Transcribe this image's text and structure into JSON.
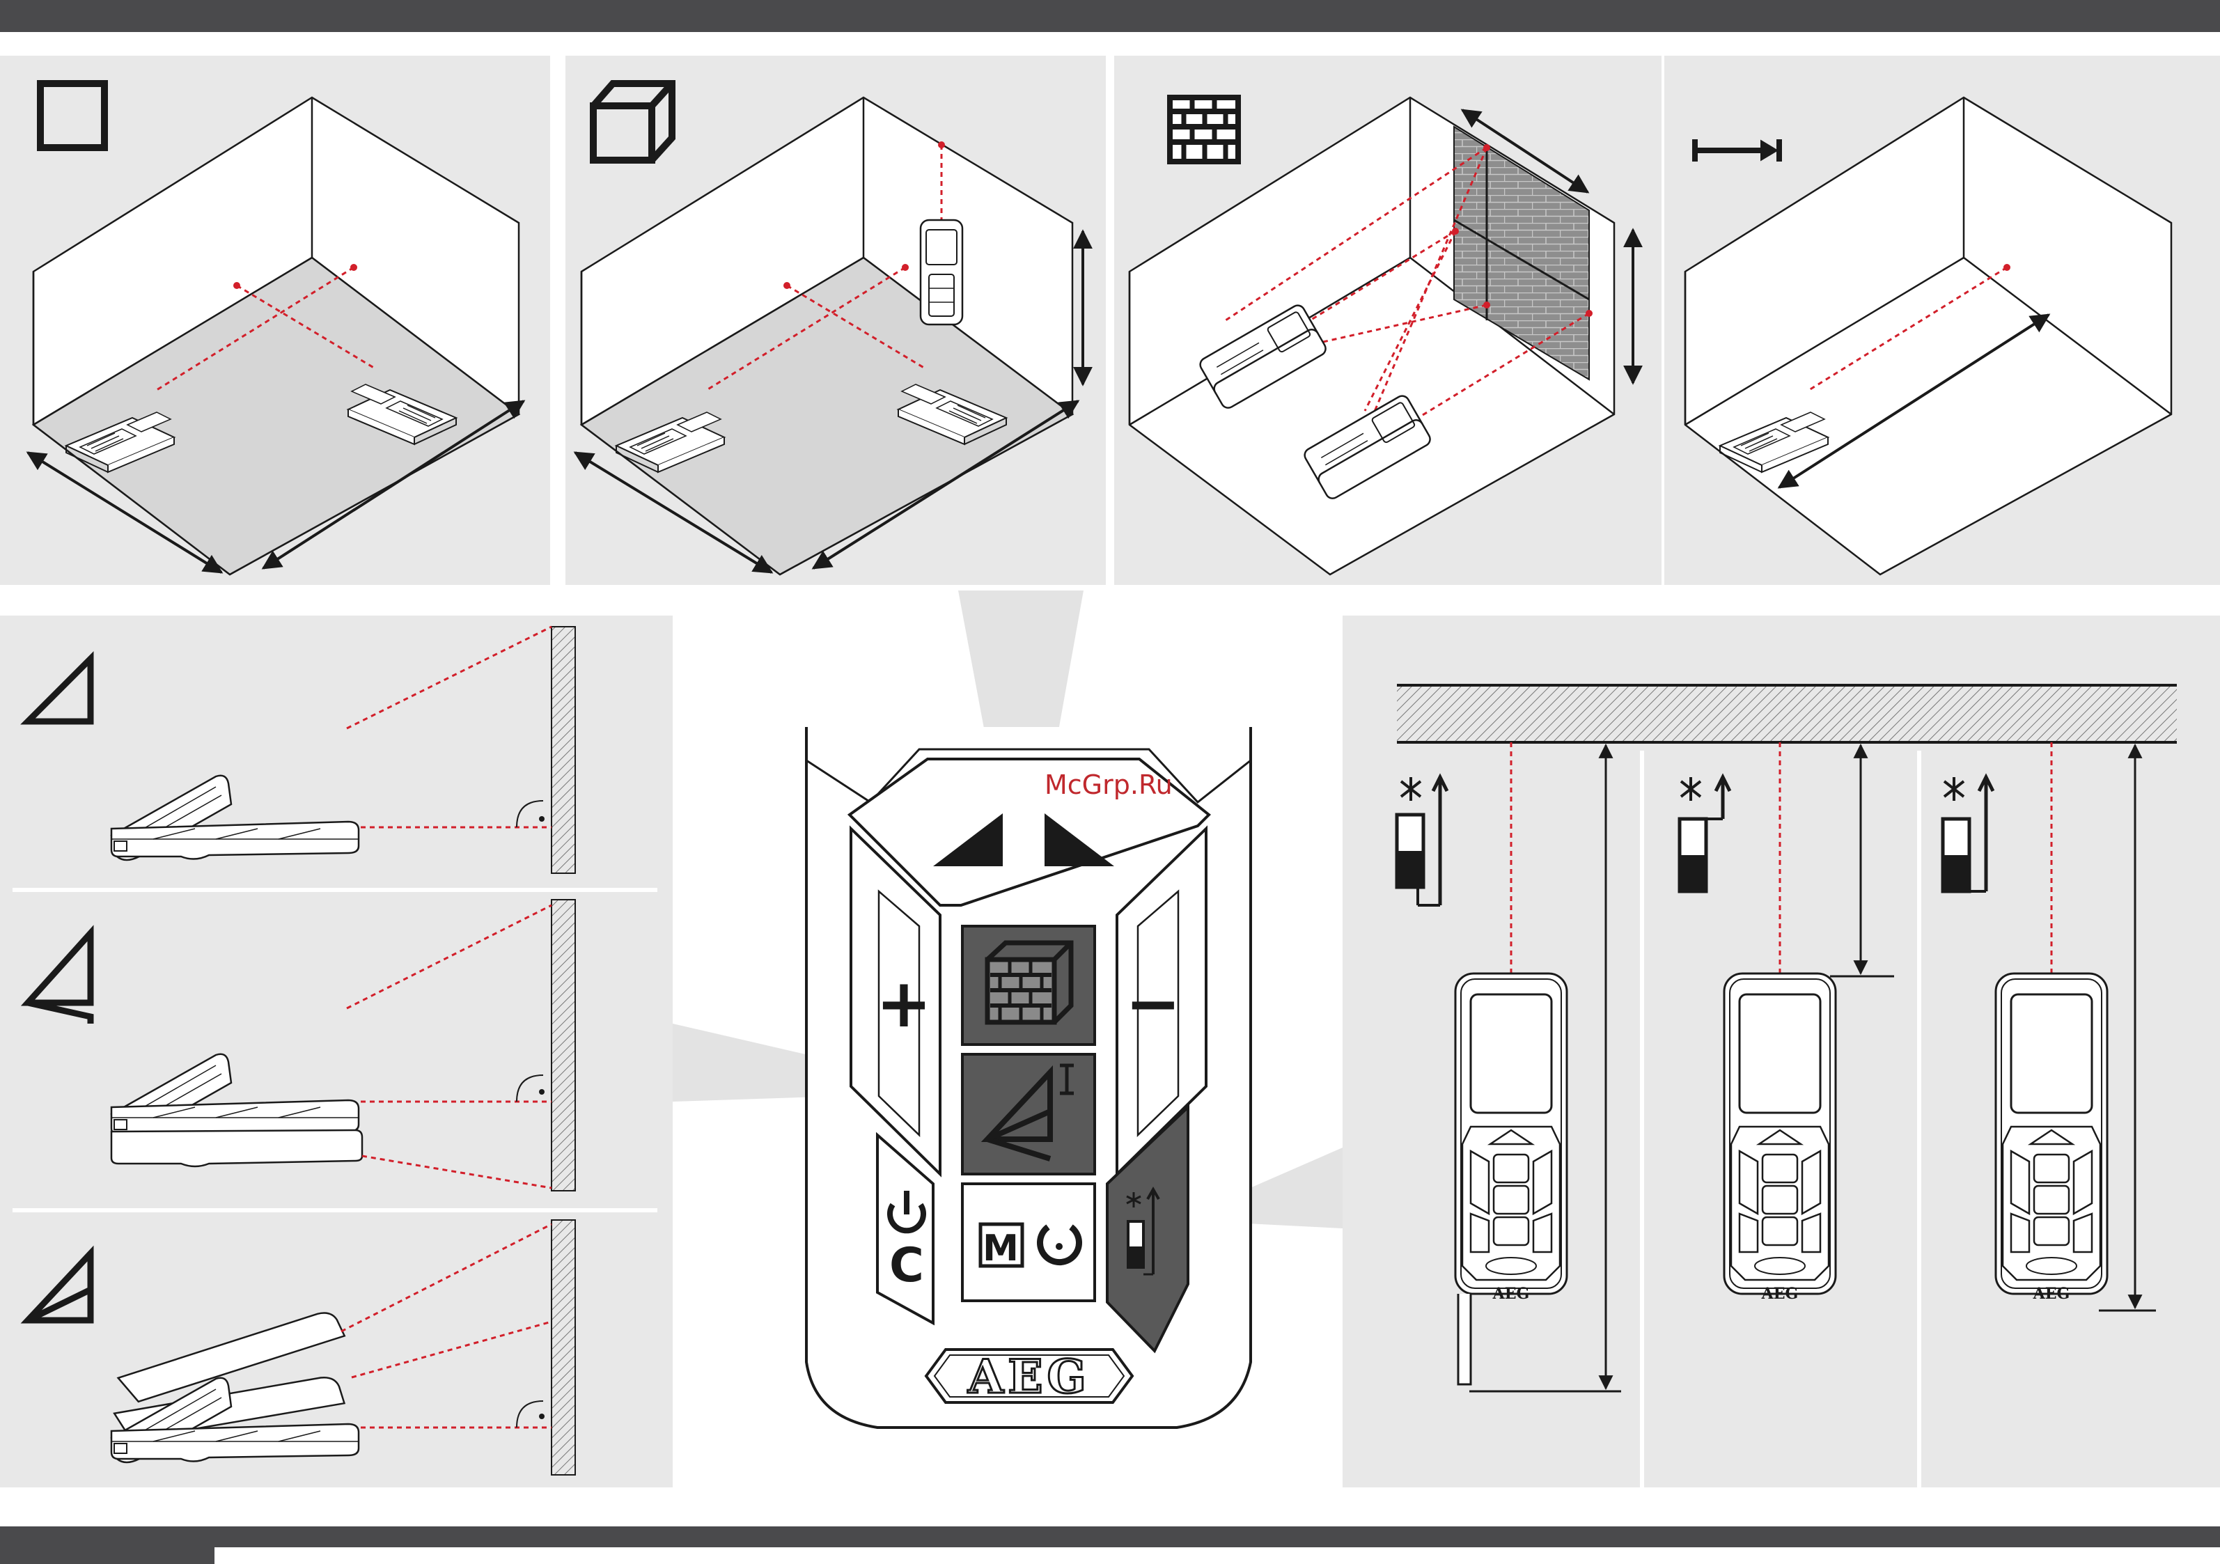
{
  "watermark": "McGrp.Ru",
  "device": {
    "brand": "AEG",
    "keys": {
      "plus": "+",
      "minus": "−",
      "clear": "C",
      "memory": "M"
    }
  },
  "icons": {
    "area": "area-mode-icon",
    "volume": "volume-mode-icon",
    "wall_area": "wall-area-mode-icon",
    "distance": "single-distance-icon",
    "pythagoras_single": "pythagoras-1-icon",
    "pythagoras_double": "pythagoras-2-icon",
    "pythagoras_partial": "pythagoras-3-icon",
    "reference_plane": "reference-plane-icon",
    "power": "power-icon",
    "timer": "timer-icon"
  },
  "colors": {
    "laser": "#d21f2a",
    "panel": "#e8e8e8",
    "band": "#4a4a4c",
    "key_dark": "#595959",
    "ink": "#1a1a1a"
  }
}
